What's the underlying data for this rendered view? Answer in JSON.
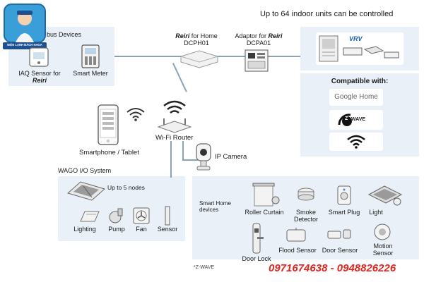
{
  "header": {
    "title": "Up to 64 indoor units can be controlled"
  },
  "modbus": {
    "title": "bus Devices",
    "iaq_line1": "IAQ Sensor for",
    "iaq_line2": "Reiri",
    "meter": "Smart Meter"
  },
  "reiri": {
    "line1_brand": "Reiri",
    "line1_rest": " for Home",
    "line2": "DCPH01"
  },
  "adaptor": {
    "line1_pre": "Adaptor for ",
    "line1_brand": "Reiri",
    "line2": "DCPA01"
  },
  "vrv": {
    "logo": "VRV"
  },
  "compat": {
    "title": "Compatible with:",
    "google": "Google Home",
    "zwave_z": "Z",
    "zwave": "WAVE"
  },
  "network": {
    "router": "Wi-Fi Router",
    "phone": "Smartphone / Tablet",
    "camera": "IP Camera"
  },
  "wago": {
    "title": "WAGO I/O System",
    "nodes": "Up to 5 nodes",
    "lighting": "Lighting",
    "pump": "Pump",
    "fan": "Fan",
    "sensor": "Sensor"
  },
  "smart": {
    "title_line1": "Smart Home",
    "title_line2": "devices",
    "curtain": "Roller Curtain",
    "smoke_line1": "Smoke",
    "smoke_line2": "Detector",
    "plug": "Smart Plug",
    "light": "Light",
    "doorlock": "Door Lock",
    "flood": "Flood Sensor",
    "door": "Door Sensor",
    "motion_line1": "Motion",
    "motion_line2": "Sensor"
  },
  "footnote": "*Z-WAVE",
  "logo": {
    "text": "ĐIỆN LẠNH BÁCH KHOA"
  },
  "phones": "0971674638 - 0948826226",
  "colors": {
    "panel": "#e9f0f8",
    "line": "#8aa3bd",
    "banner": "#e2241f"
  }
}
